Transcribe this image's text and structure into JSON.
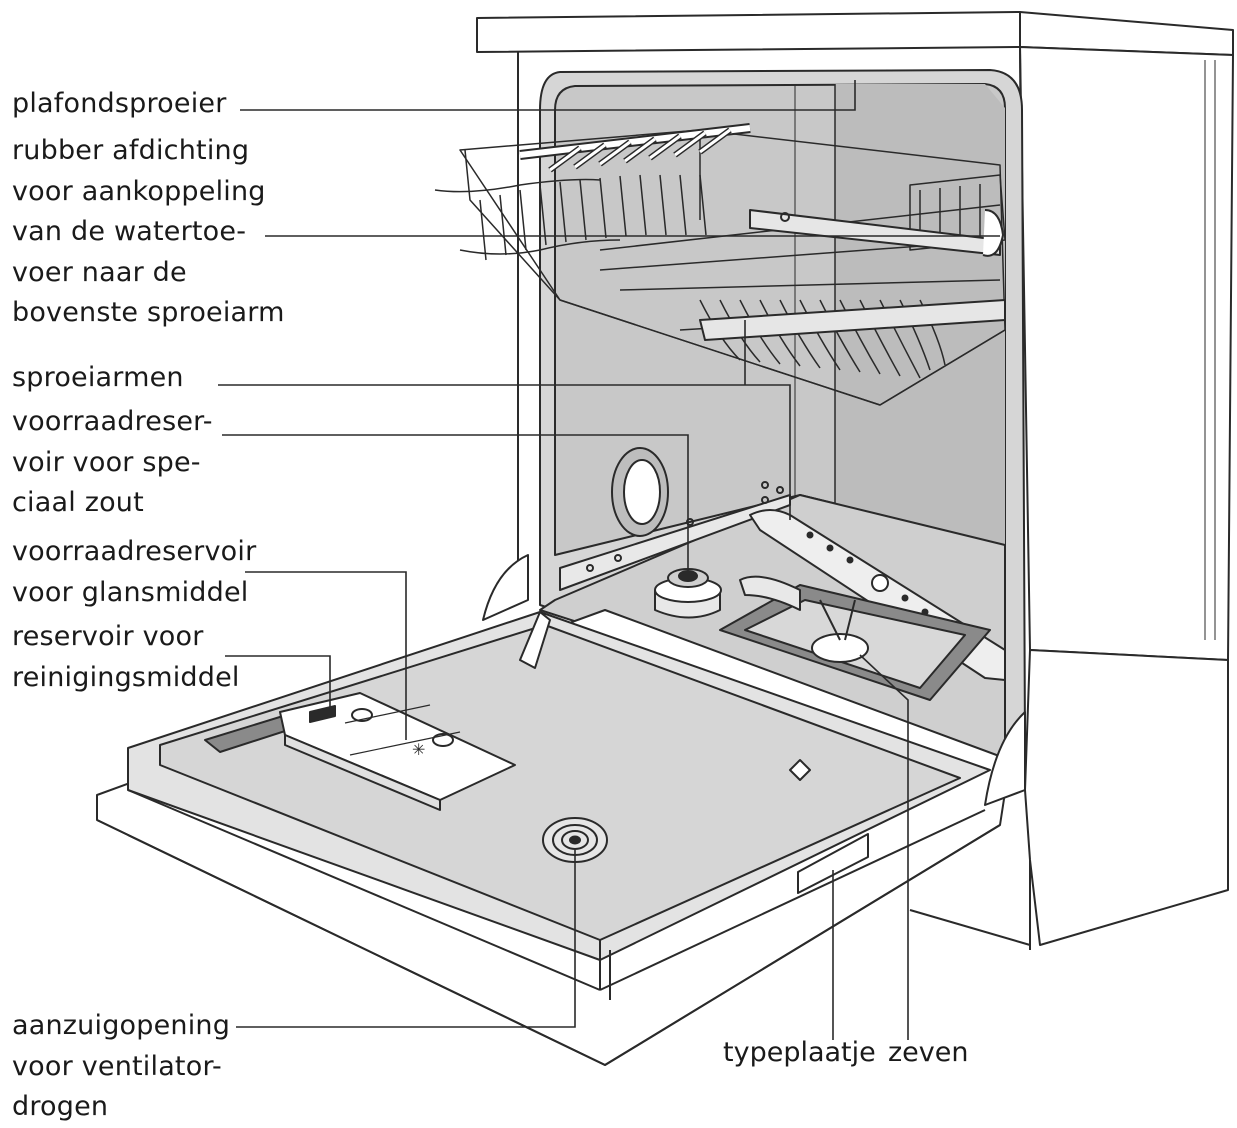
{
  "labels": {
    "plafondsproeier": [
      "plafondsproeier"
    ],
    "rubber_afdichting": [
      "rubber afdichting",
      "voor aankoppeling",
      "van de watertoe-",
      "voer naar de",
      "bovenste sproeiarm"
    ],
    "sproeiarmen": [
      "sproeiarmen"
    ],
    "zoutreservoir": [
      "voorraadreser-",
      "voir voor spe-",
      "ciaal zout"
    ],
    "glansmiddel": [
      "voorraadreservoir",
      "voor glansmiddel"
    ],
    "reinigingsmiddel": [
      "reservoir voor",
      "reinigingsmiddel"
    ],
    "aanzuigopening": [
      "aanzuigopening",
      "voor ventilator-",
      "drogen"
    ],
    "typeplaatje": "typeplaatje",
    "zeven": "zeven"
  },
  "colors": {
    "outline": "#2a2a2a",
    "interior": "#d9d9d9",
    "interior_dark": "#bdbdbd",
    "body": "#ffffff"
  }
}
